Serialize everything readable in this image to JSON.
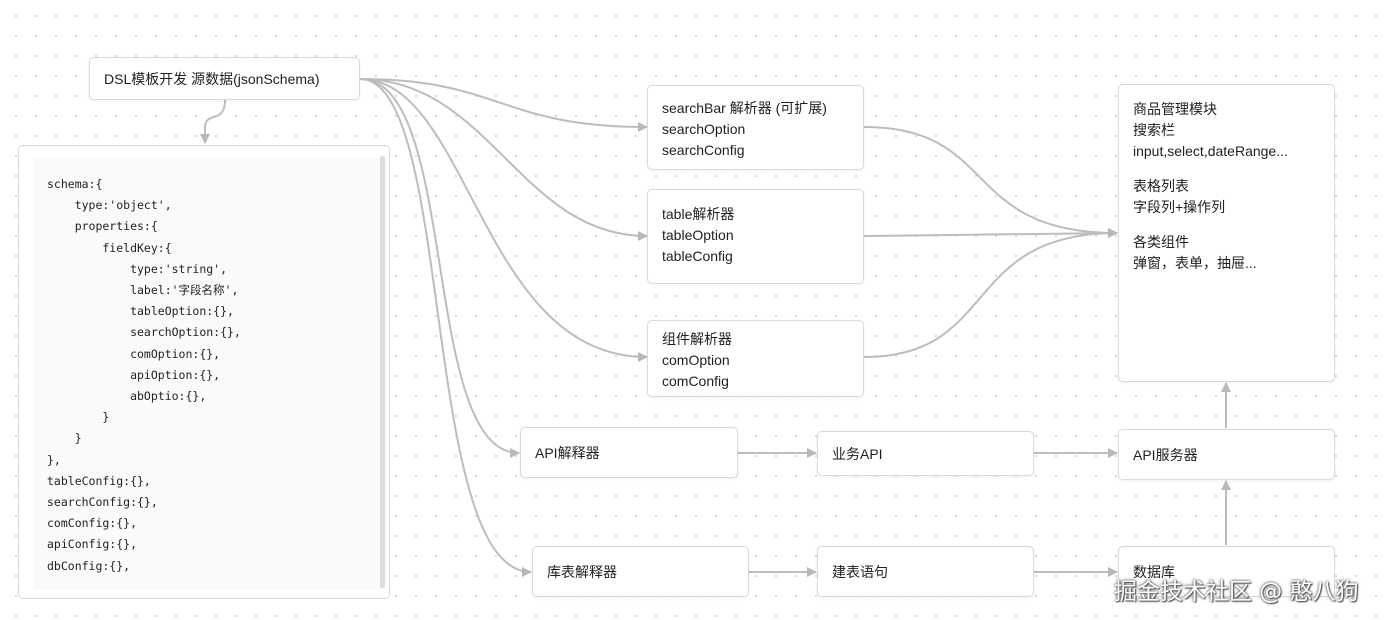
{
  "source_node": {
    "label": "DSL模板开发 源数据(jsonSchema)"
  },
  "code_block": {
    "lines": [
      "schema:{",
      "    type:'object',",
      "    properties:{",
      "        fieldKey:{",
      "            type:'string',",
      "            label:'字段名称',",
      "            tableOption:{},",
      "            searchOption:{},",
      "            comOption:{},",
      "            apiOption:{},",
      "            abOptio:{},",
      "        }",
      "    }",
      "},",
      "tableConfig:{},",
      "searchConfig:{},",
      "comConfig:{},",
      "apiConfig:{},",
      "dbConfig:{},"
    ]
  },
  "parsers": {
    "searchbar": {
      "line1": "searchBar 解析器 (可扩展)",
      "line2": "searchOption",
      "line3": "searchConfig"
    },
    "table": {
      "line1": "table解析器",
      "line2": "tableOption",
      "line3": "tableConfig"
    },
    "component": {
      "line1": "组件解析器",
      "line2": "comOption",
      "line3": "comConfig"
    },
    "api": {
      "label": "API解释器"
    },
    "db": {
      "label": "库表解释器"
    }
  },
  "business_api": {
    "label": "业务API"
  },
  "create_table_stmt": {
    "label": "建表语句"
  },
  "api_server": {
    "label": "API服务器"
  },
  "database": {
    "label": "数据库"
  },
  "product_module": {
    "title": "商品管理模块",
    "search_title": "搜索栏",
    "search_items": "input,select,dateRange...",
    "table_title": "表格列表",
    "table_items": "字段列+操作列",
    "components_title": "各类组件",
    "components_items": "弹窗，表单，抽屉..."
  },
  "watermark": "掘金技术社区 @ 憨八狗",
  "colors": {
    "edge": "#b8b8b8",
    "border": "#d9d9d9",
    "background": "#ffffff"
  }
}
